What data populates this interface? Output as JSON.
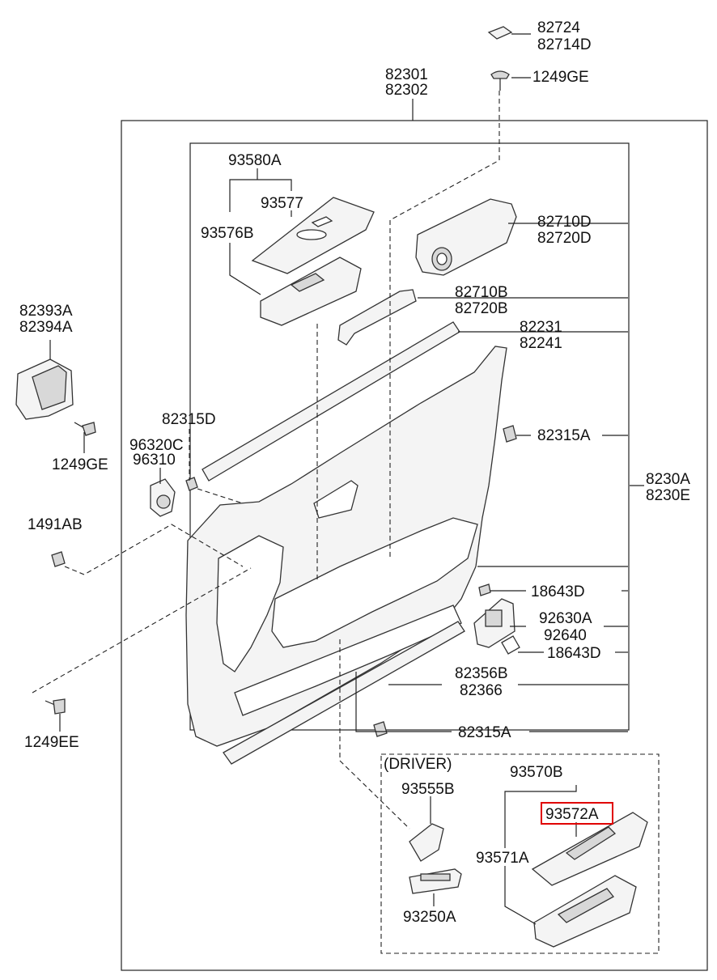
{
  "labels": {
    "p82724": "82724",
    "p82714D": "82714D",
    "p82301": "82301",
    "p82302": "82302",
    "p1249GE_top": "1249GE",
    "p93580A": "93580A",
    "p93577": "93577",
    "p93576B": "93576B",
    "p82710D": "82710D",
    "p82720D": "82720D",
    "p82710B": "82710B",
    "p82720B": "82720B",
    "p82231": "82231",
    "p82241": "82241",
    "p82393A": "82393A",
    "p82394A": "82394A",
    "p82315D": "82315D",
    "p82315A_a": "82315A",
    "p1249GE_left": "1249GE",
    "p96320C": "96320C",
    "p96310": "96310",
    "p8230A": "8230A",
    "p8230E": "8230E",
    "p1491AB": "1491AB",
    "p18643D_a": "18643D",
    "p92630A": "92630A",
    "p92640": "92640",
    "p18643D_b": "18643D",
    "p82356B": "82356B",
    "p82366": "82366",
    "p1249EE": "1249EE",
    "p82315A_b": "82315A",
    "driver": "(DRIVER)",
    "p93570B": "93570B",
    "p93555B": "93555B",
    "p93572A": "93572A",
    "p93571A": "93571A",
    "p93250A": "93250A"
  },
  "highlight": {
    "part": "93572A",
    "color": "#e00000"
  }
}
